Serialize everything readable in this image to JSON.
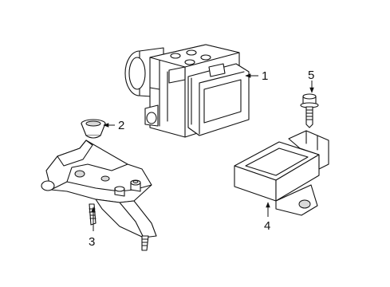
{
  "callouts": {
    "c1": "1",
    "c2": "2",
    "c3": "3",
    "c4": "4",
    "c5": "5"
  },
  "colors": {
    "line": "#111111",
    "background": "#ffffff",
    "shade": "#d9d9d9"
  }
}
